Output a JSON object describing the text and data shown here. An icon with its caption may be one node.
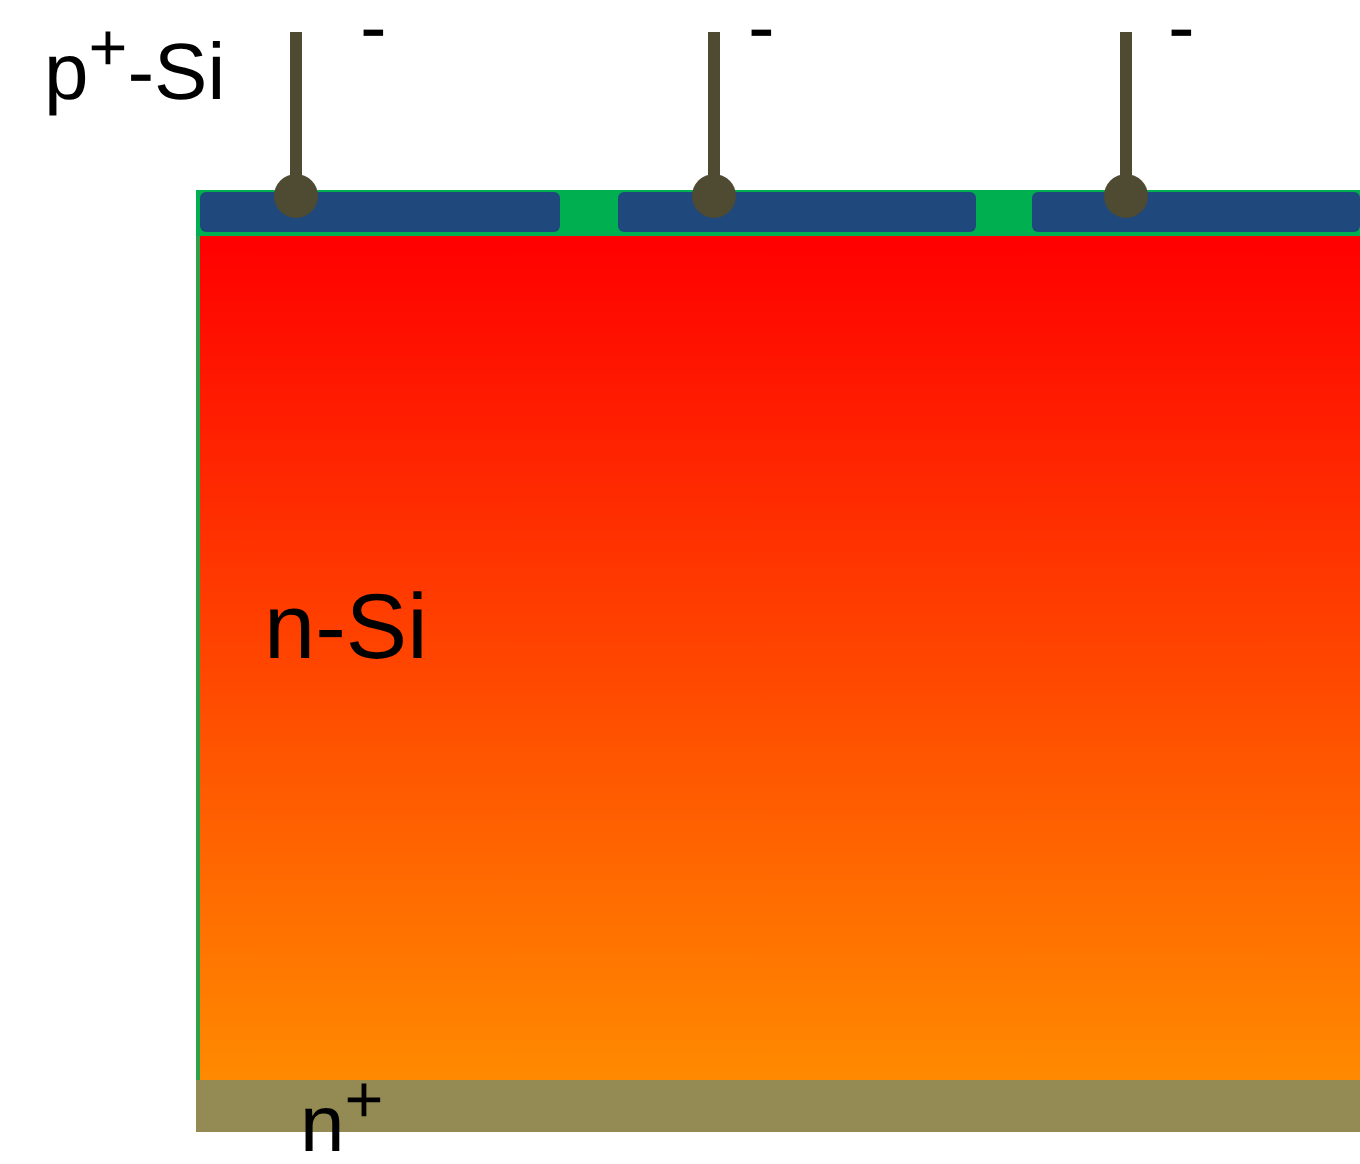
{
  "diagram": {
    "nodes": [
      {
        "text": [
          "n-Si"
        ]
      },
      {
        "text": [
          "n$^{+}$"
        ]
      }
    ],
    "labels": [
      "p$^{+}$-Si",
      "-",
      "-",
      "-"
    ]
  }
}
